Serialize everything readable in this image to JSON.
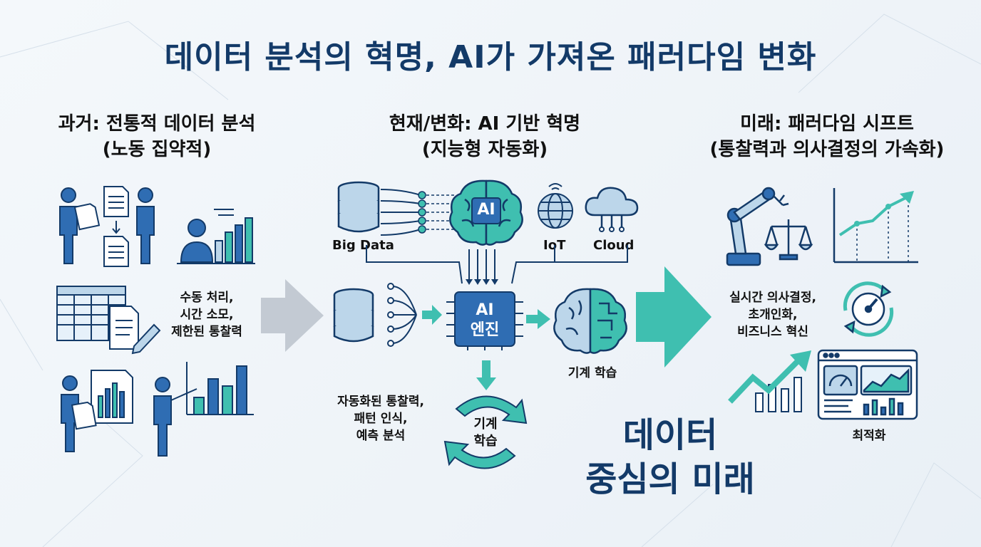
{
  "title": "데이터 분석의 혁명, AI가 가져온 패러다임 변화",
  "columns": {
    "past": {
      "heading_line1": "과거: 전통적 데이터 분석",
      "heading_line2": "(노동 집약적)",
      "note_line1": "수동 처리,",
      "note_line2": "시간 소모,",
      "note_line3": "제한된 통찰력"
    },
    "present": {
      "heading_line1": "현재/변화: AI 기반 혁명",
      "heading_line2": "(지능형 자동화)",
      "big_data": "Big Data",
      "ai_brain": "AI",
      "iot": "IoT",
      "cloud": "Cloud",
      "ai_engine_line1": "AI",
      "ai_engine_line2": "엔진",
      "machine_learning_right": "기계 학습",
      "cycle_line1": "기계",
      "cycle_line2": "학습",
      "auto_line1": "자동화된 통찰력,",
      "auto_line2": "패턴 인식,",
      "auto_line3": "예측 분석"
    },
    "future": {
      "heading_line1": "미래: 패러다임 시프트",
      "heading_line2": "(통찰력과 의사결정의 가속화)",
      "note_line1": "실시간 의사결정,",
      "note_line2": "초개인화,",
      "note_line3": "비즈니스 혁신",
      "optimization": "최적화"
    }
  },
  "center_statement_line1": "데이터",
  "center_statement_line2": "중심의 미래",
  "colors": {
    "navy": "#133a68",
    "blue": "#2f6db3",
    "teal": "#3fbfb0",
    "gray_arrow": "#c3cad3",
    "light_blue": "#bcd6ea"
  }
}
